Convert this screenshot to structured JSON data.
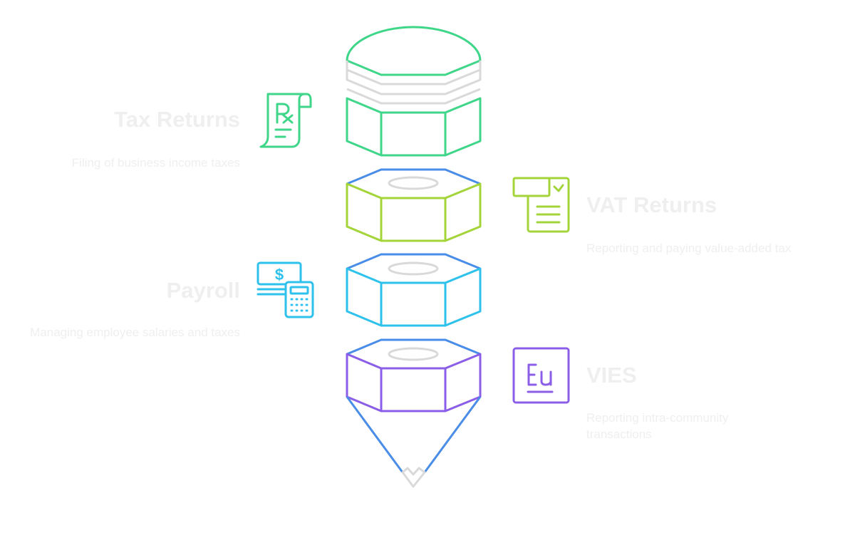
{
  "items": [
    {
      "title": "Tax Returns",
      "description": "Filing of business income taxes",
      "icon": "receipt-rx-icon",
      "color": "#3fd68a"
    },
    {
      "title": "VAT Returns",
      "description": "Reporting and paying value-added tax",
      "icon": "document-check-icon",
      "color": "#a3d43a"
    },
    {
      "title": "Payroll",
      "description": "Managing employee salaries and taxes",
      "icon": "money-calculator-icon",
      "color": "#2ec1ec"
    },
    {
      "title": "VIES",
      "description": "Reporting intra-community transactions",
      "icon": "eu-icon",
      "color": "#8b5ee8"
    }
  ],
  "colors": {
    "eraser": "#3fd68a",
    "ferrule": "#d9d9d9",
    "blue_rim": "#4a8de8",
    "tip_blue": "#4a8de8",
    "tip_gray": "#d9d9d9",
    "text": "#efefef"
  }
}
